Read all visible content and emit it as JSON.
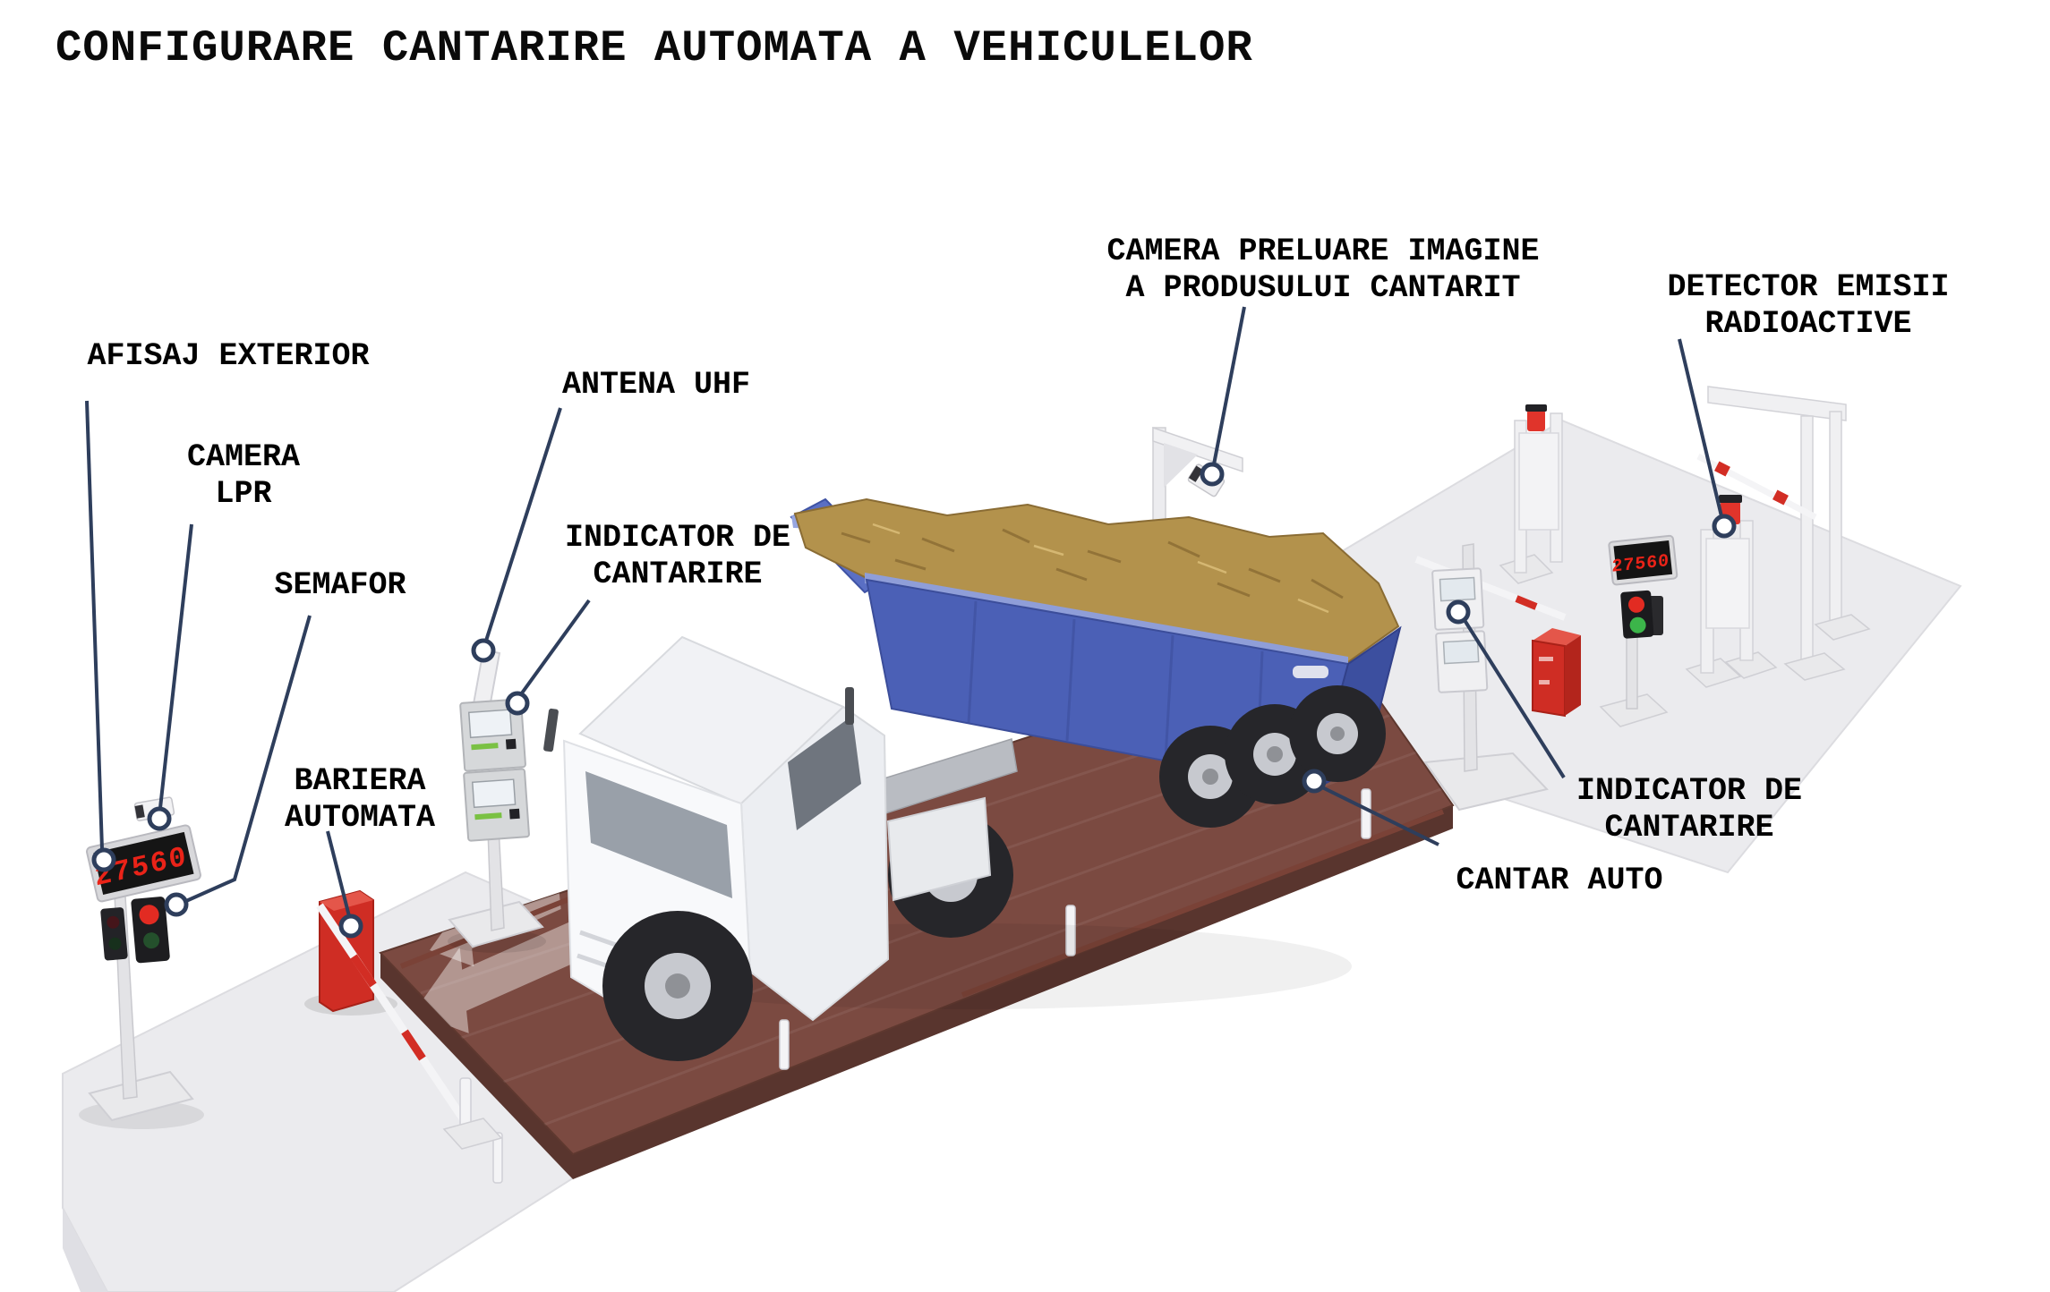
{
  "title": "CONFIGURARE CANTARIRE AUTOMATA A VEHICULELOR",
  "labels": {
    "afisaj_exterior": {
      "text": "AFISAJ EXTERIOR"
    },
    "camera_lpr": {
      "line1": "CAMERA",
      "line2": "LPR"
    },
    "semafor": {
      "text": "SEMAFOR"
    },
    "antena_uhf": {
      "text": "ANTENA UHF"
    },
    "indicator_cantarire_stanga": {
      "line1": "INDICATOR DE",
      "line2": "CANTARIRE"
    },
    "bariera_automata": {
      "line1": "BARIERA",
      "line2": "AUTOMATA"
    },
    "camera_preluare": {
      "line1": "CAMERA PRELUARE IMAGINE",
      "line2": "A PRODUSULUI CANTARIT"
    },
    "detector_emisii": {
      "line1": "DETECTOR EMISII",
      "line2": "RADIOACTIVE"
    },
    "indicator_cantarire_dreapta": {
      "line1": "INDICATOR DE",
      "line2": "CANTARIRE"
    },
    "cantar_auto": {
      "text": "CANTAR AUTO"
    }
  },
  "displays": {
    "left_reading": "27560",
    "right_reading": "27560"
  },
  "colors": {
    "leader_line": "#2e3e5c",
    "deck_brown": "#7b4a41",
    "trailer_blue": "#4b60b6",
    "cargo_tan": "#b3924c",
    "barrier_red": "#d22d24",
    "led_digits_red": "#ea2318",
    "concrete_gray": "#ebebee"
  }
}
